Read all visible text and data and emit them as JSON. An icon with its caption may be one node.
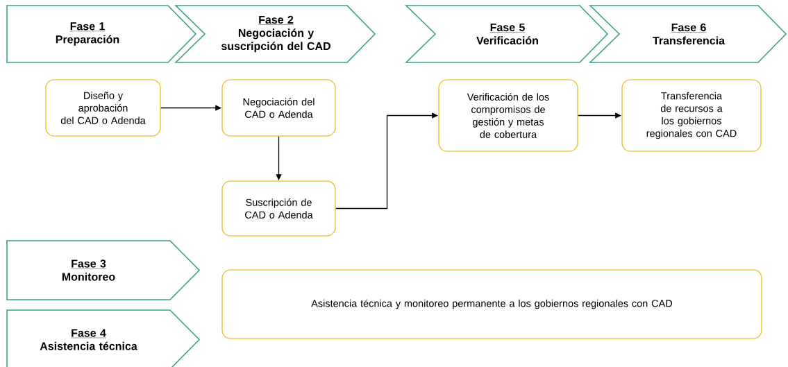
{
  "diagram": {
    "nodes": [
      {
        "text": [
          "Fase 1",
          "Preparación"
        ]
      },
      {
        "text": [
          "Fase 2",
          "Negociación y suscripción del CAD"
        ]
      },
      {
        "text": [
          "Fase 5",
          "Verificación"
        ]
      },
      {
        "text": [
          "Fase 6",
          "Transferencia"
        ]
      },
      {
        "text": [
          "Diseño y aprobación del CAD o Adenda"
        ]
      },
      {
        "text": [
          "Negociación del CAD o Adenda"
        ]
      },
      {
        "text": [
          "Verificación de los compromisos de gestión y metas de cobertura"
        ]
      },
      {
        "text": [
          "Transferencia de recursos a los gobiernos regionales con CAD"
        ]
      },
      {
        "text": [
          "Suscripción de CAD o Adenda"
        ]
      },
      {
        "text": [
          "Fase 3",
          "Monitoreo"
        ]
      },
      {
        "text": [
          "Asistencia técnica y monitoreo permanente a los gobiernos regionales con CAD"
        ]
      },
      {
        "text": [
          "Fase 4",
          "Asistencia técnica"
        ]
      }
    ],
    "edges": [
      {
        "from": 4,
        "to": 5,
        "arrow": "to"
      },
      {
        "from": 5,
        "to": 8,
        "arrow": "to"
      },
      {
        "from": 8,
        "to": 6,
        "arrow": "to"
      },
      {
        "from": 6,
        "to": 7,
        "arrow": "to"
      }
    ]
  }
}
